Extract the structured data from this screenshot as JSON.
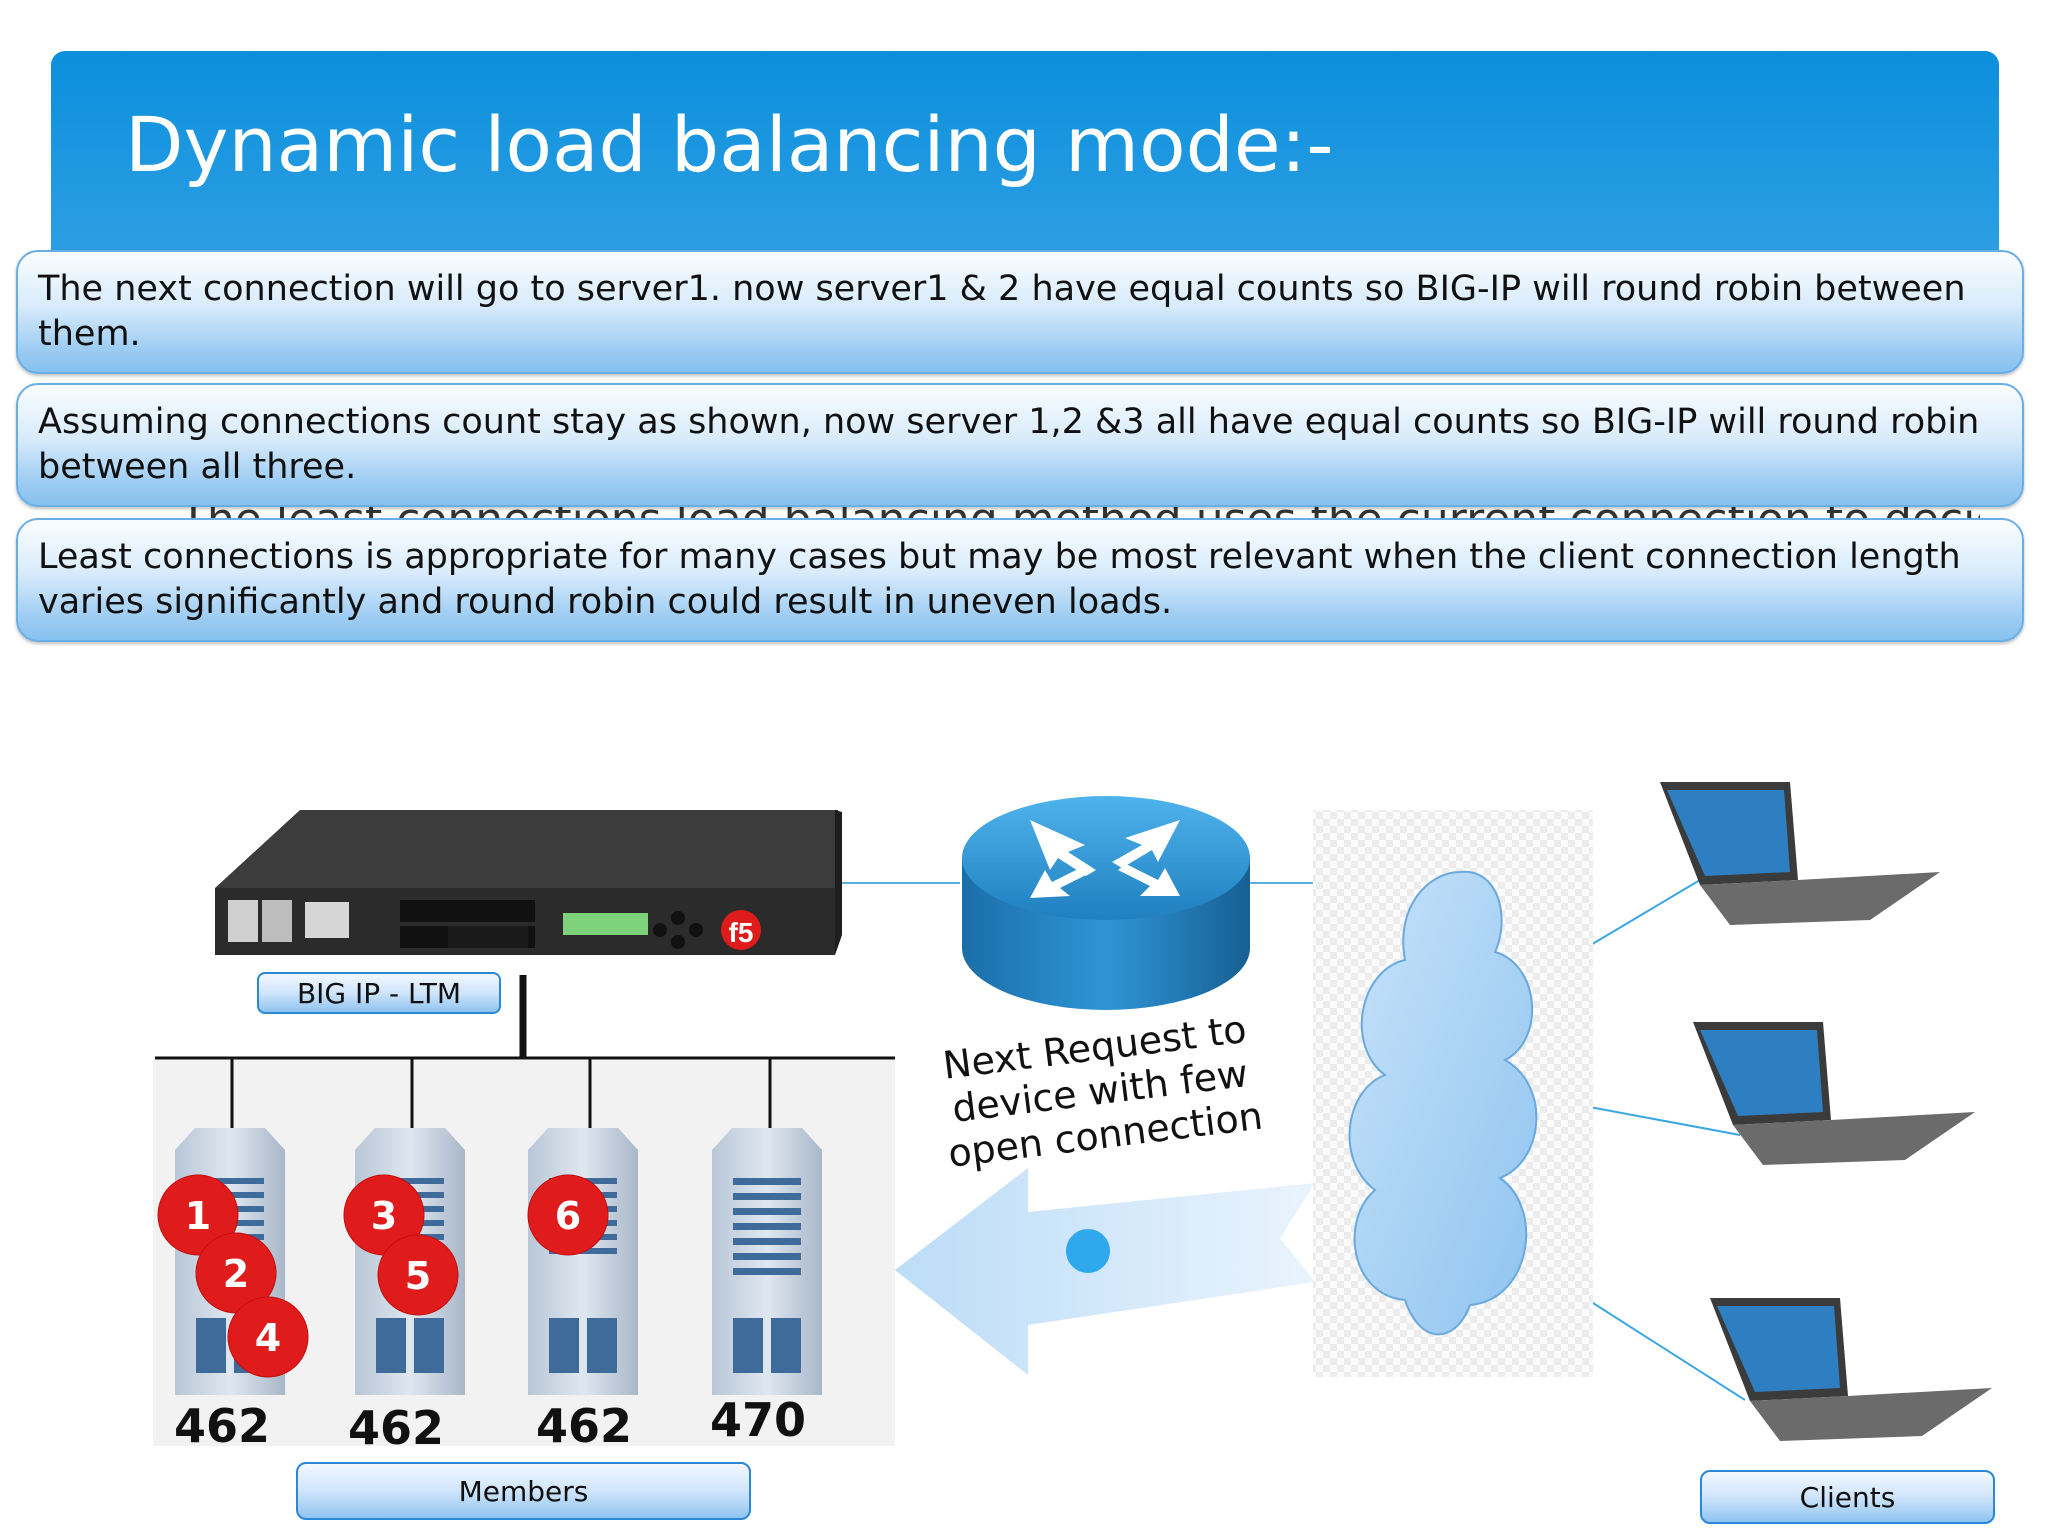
{
  "slide": {
    "title": "Dynamic load balancing mode:-"
  },
  "callouts": [
    {
      "text": "The next connection will go to server1. now server1 & 2 have equal counts so BIG-IP will round robin between them."
    },
    {
      "text": "Assuming connections count stay as shown, now server 1,2 &3 all have equal counts so BIG-IP will round robin between all three."
    },
    {
      "text": "Least connections is appropriate for many cases but may be most relevant when the client connection length varies significantly and round robin could result in uneven loads."
    }
  ],
  "background_text": "The least connections load balancing method uses the current connection to decide where to",
  "diagram": {
    "bigip_label": "BIG IP - LTM",
    "members_label": "Members",
    "clients_label": "Clients",
    "note": "Next Request to device with few open connection",
    "device_badge": "f5",
    "servers": [
      {
        "count": "462",
        "connections": [
          "1",
          "2",
          "4"
        ]
      },
      {
        "count": "462",
        "connections": [
          "3",
          "5"
        ]
      },
      {
        "count": "462",
        "connections": [
          "6"
        ]
      },
      {
        "count": "470",
        "connections": []
      }
    ]
  },
  "colors": {
    "header": "#1a96df",
    "accent": "#2a88d6",
    "badge": "#e01b1b",
    "router": "#2a8ccc",
    "cloud": "#a8d2f5"
  }
}
